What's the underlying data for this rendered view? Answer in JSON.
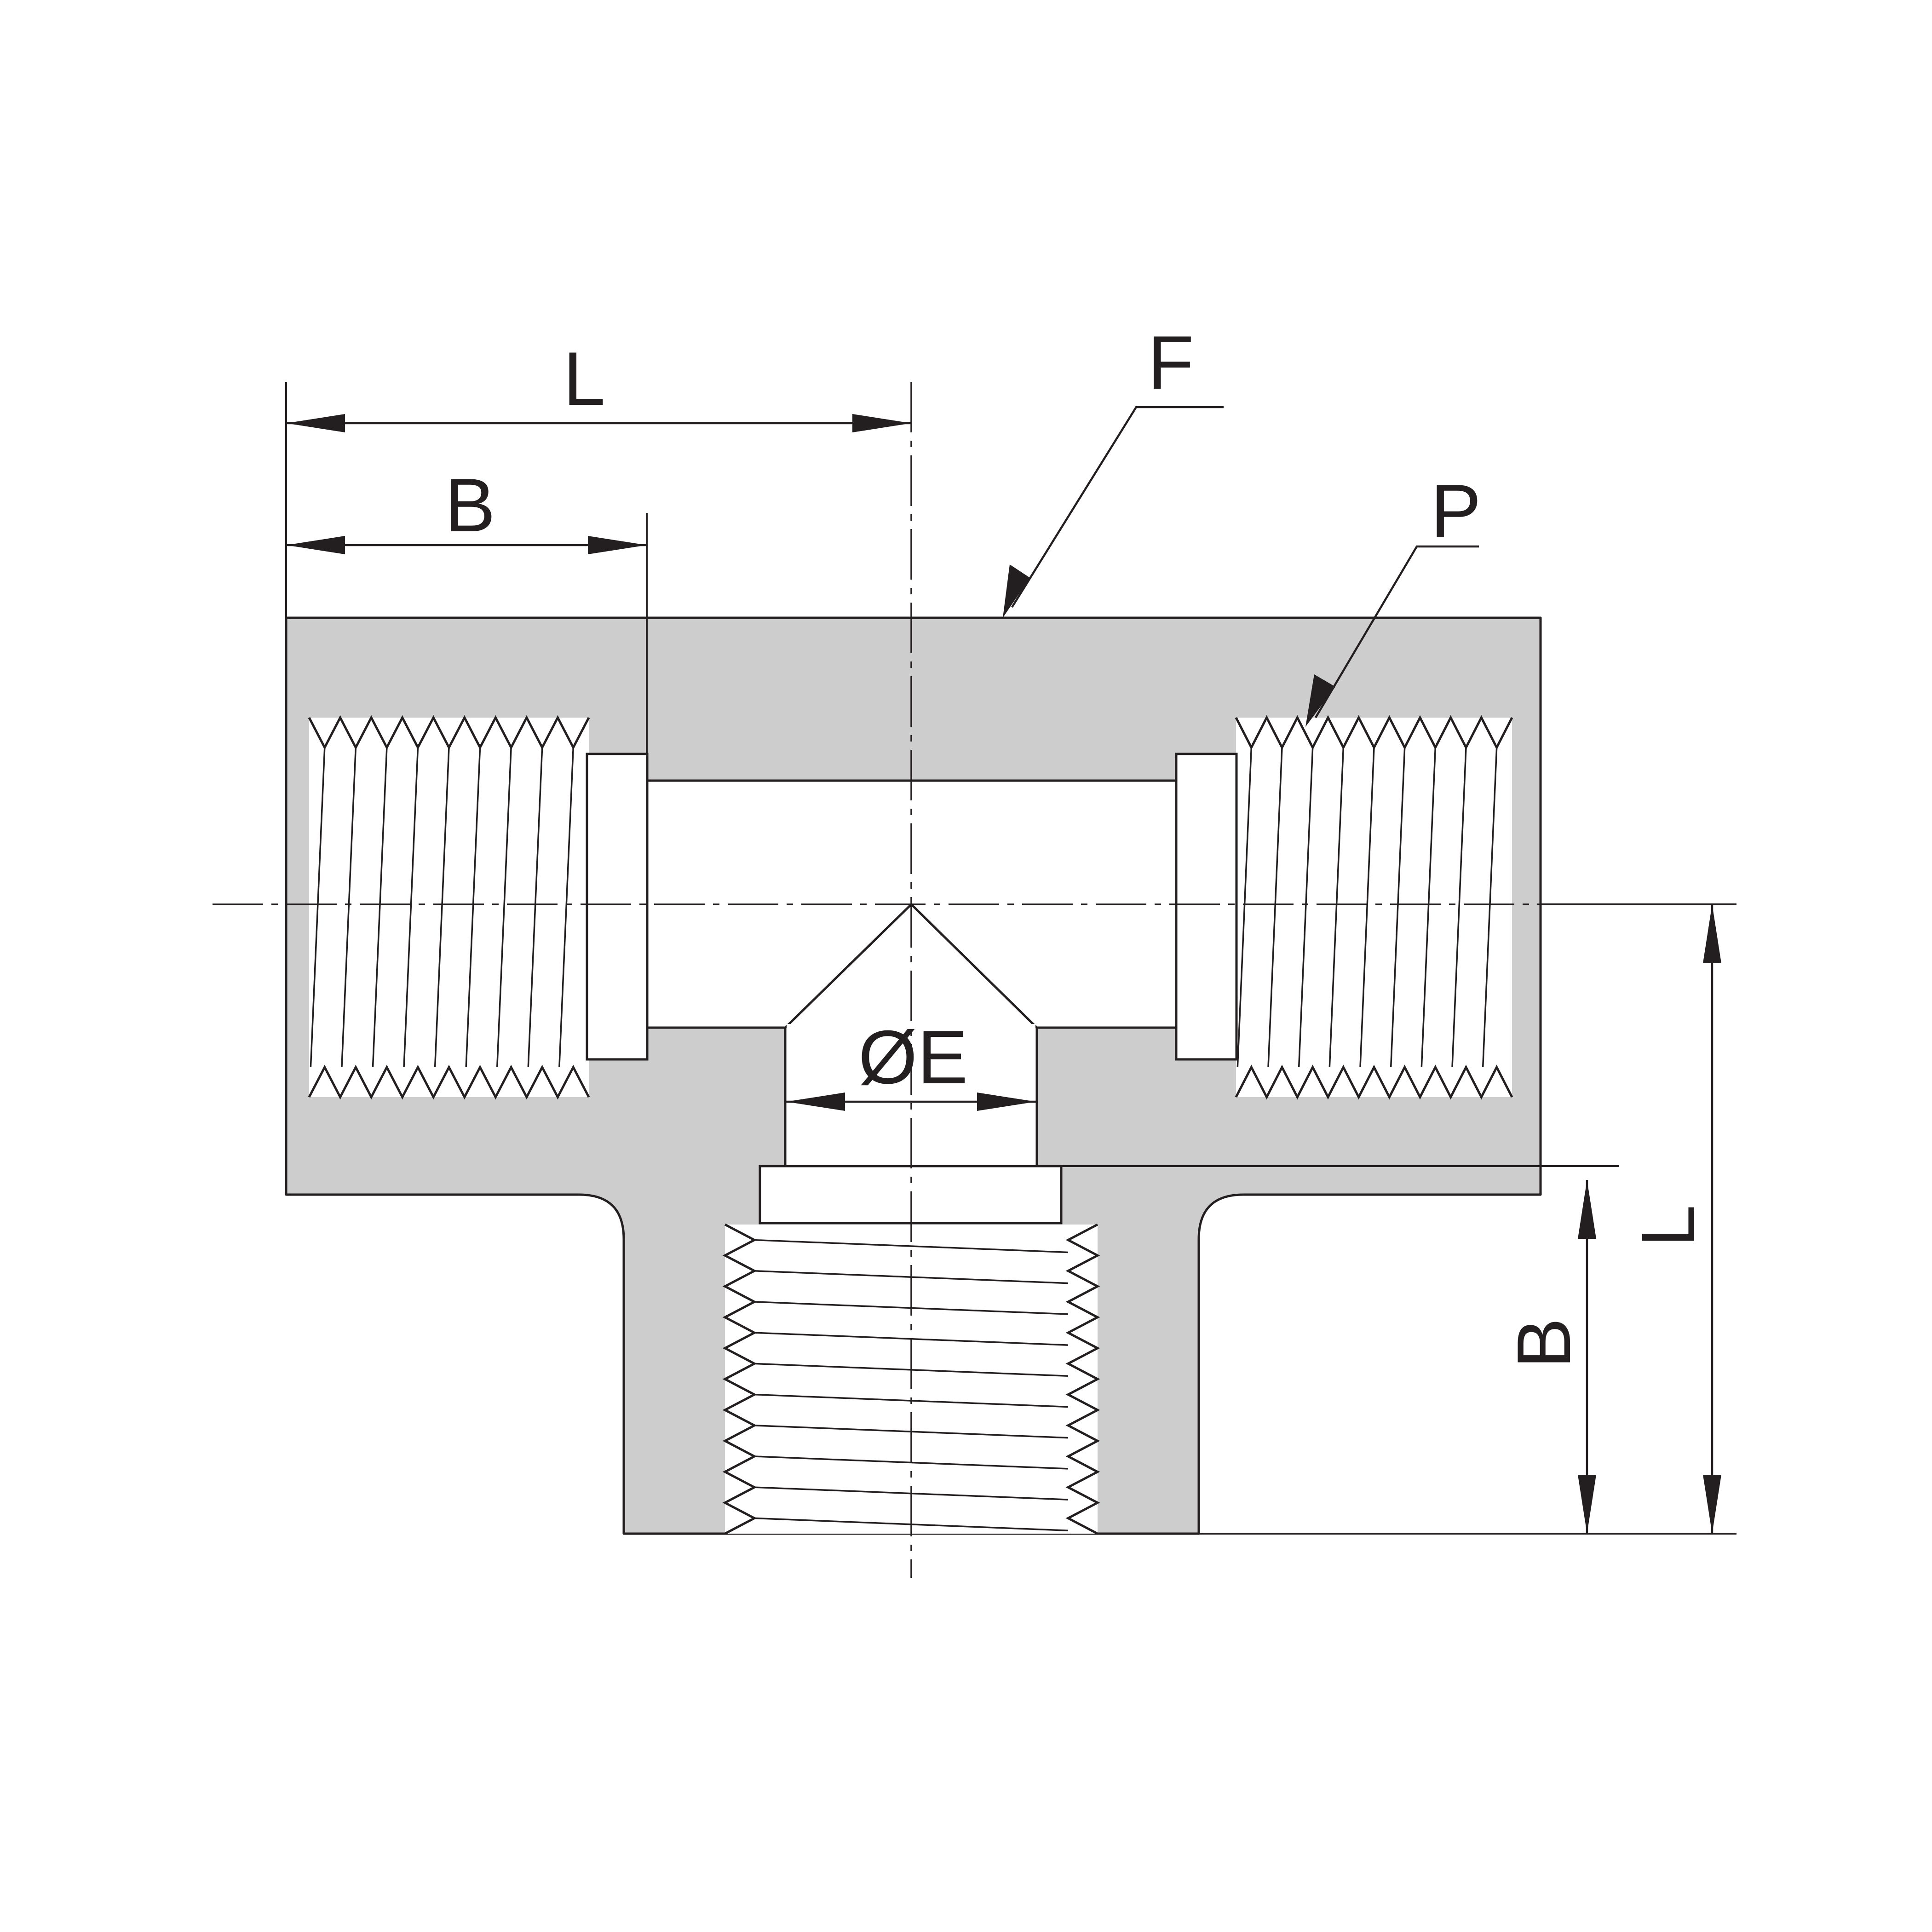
{
  "labels": {
    "top_L": "L",
    "top_B": "B",
    "callout_F": "F",
    "callout_P": "P",
    "diameter_E": "ØE",
    "side_B": "B",
    "side_L": "L"
  },
  "colors": {
    "body": "#cdcdcd",
    "line": "#231f20",
    "background": "#ffffff"
  }
}
